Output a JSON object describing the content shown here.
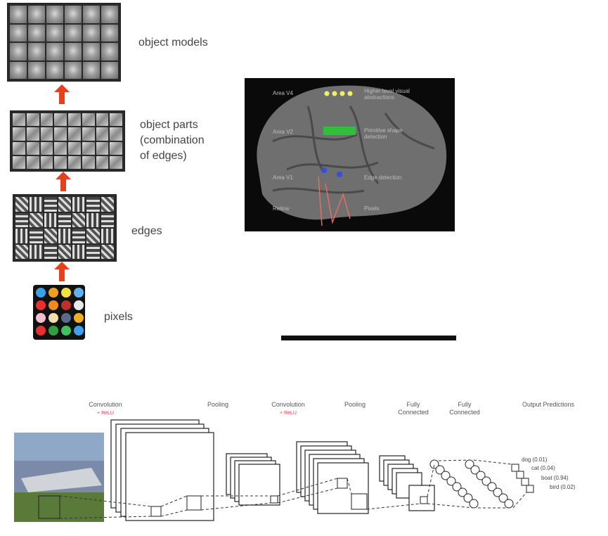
{
  "hierarchy": {
    "labels": {
      "object_models": "object models",
      "object_parts_1": "object parts",
      "object_parts_2": "(combination",
      "object_parts_3": "of edges)",
      "edges": "edges",
      "pixels": "pixels"
    },
    "arrow_color": "#e8401c"
  },
  "brain": {
    "area_v4": "Area V4",
    "area_v4_desc_1": "Higher level visual",
    "area_v4_desc_2": "abstractions",
    "area_v2": "Area V2",
    "area_v2_desc_1": "Primitive shape",
    "area_v2_desc_2": "detection",
    "area_v1": "Area V1",
    "area_v1_desc": "Edge detection",
    "retina": "Retina",
    "retina_desc": "Pixels"
  },
  "cnn": {
    "stages": {
      "conv1": "Convolution",
      "conv1_sub": "+ ReLU",
      "pool1": "Pooling",
      "conv2": "Convolution",
      "conv2_sub": "+ ReLU",
      "pool2": "Pooling",
      "fc1_a": "Fully",
      "fc1_b": "Connected",
      "fc2_a": "Fully",
      "fc2_b": "Connected",
      "out": "Output Predictions"
    },
    "predictions": [
      "dog (0.01)",
      "cat (0.04)",
      "boat (0.94)",
      "bird (0.02)"
    ]
  }
}
